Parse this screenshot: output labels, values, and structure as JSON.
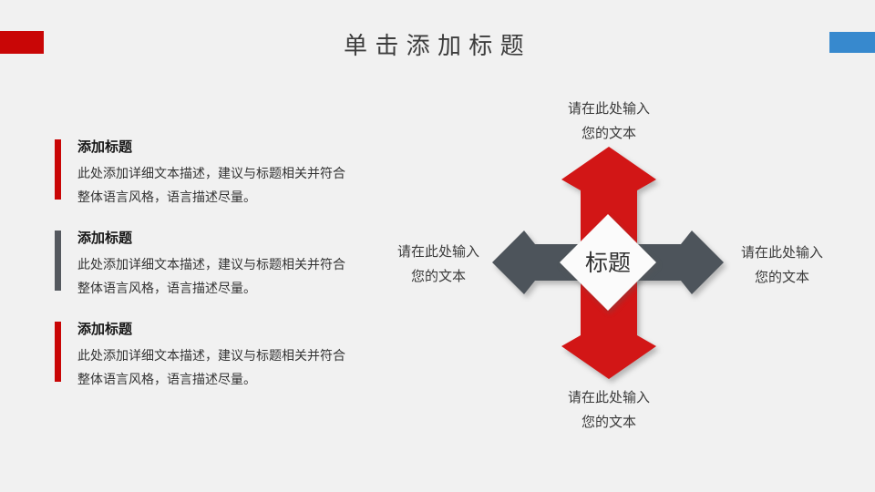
{
  "theme": {
    "background": "#F1F1F1",
    "accent_red": "#C90606",
    "accent_blue": "#3789CE",
    "arrow_red": "#D21616",
    "arrow_gray": "#4D545B",
    "bar_gray": "#55595F",
    "diamond_fill": "#FBFBFB",
    "text_dark": "#3A3A3A"
  },
  "header": {
    "title": "单击添加标题"
  },
  "left_blocks": [
    {
      "title": "添加标题",
      "body": "此处添加详细文本描述，建议与标题相关并符合整体语言风格，语言描述尽量。",
      "bar_color": "#C90606"
    },
    {
      "title": "添加标题",
      "body": "此处添加详细文本描述，建议与标题相关并符合整体语言风格，语言描述尽量。",
      "bar_color": "#55595F"
    },
    {
      "title": "添加标题",
      "body": "此处添加详细文本描述，建议与标题相关并符合整体语言风格，语言描述尽量。",
      "bar_color": "#C90606"
    }
  ],
  "diagram": {
    "center_label": "标题",
    "labels": {
      "top": {
        "line1": "请在此处输入",
        "line2": "您的文本"
      },
      "bottom": {
        "line1": "请在此处输入",
        "line2": "您的文本"
      },
      "left": {
        "line1": "请在此处输入",
        "line2": "您的文本"
      },
      "right": {
        "line1": "请在此处输入",
        "line2": "您的文本"
      }
    }
  }
}
